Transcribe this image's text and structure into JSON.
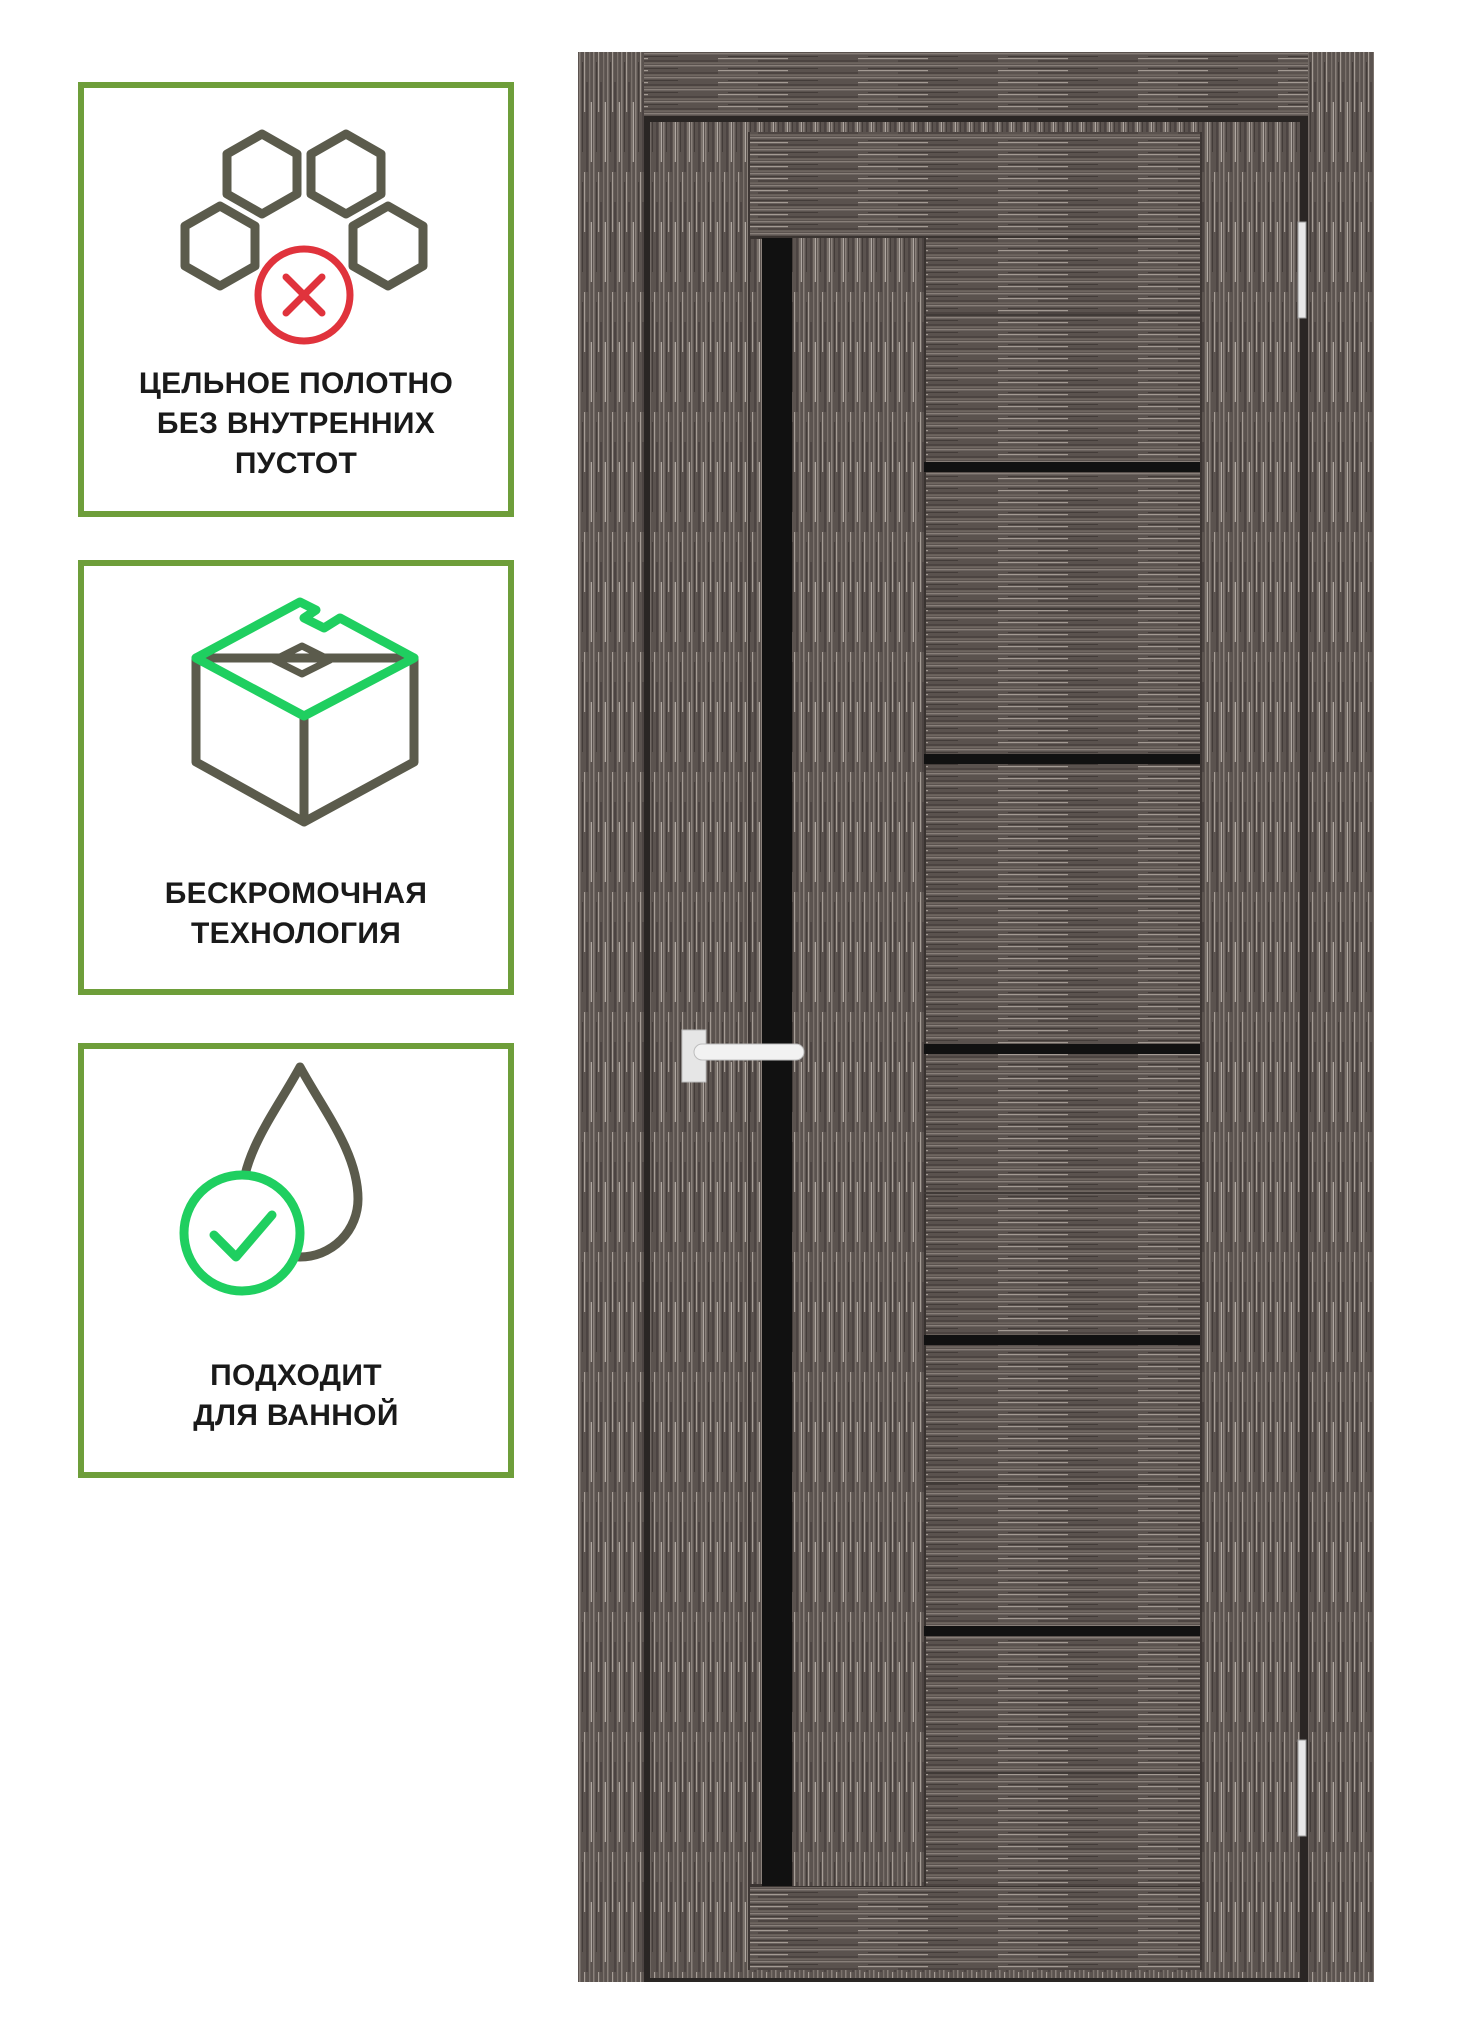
{
  "features": [
    {
      "lines": [
        "ЦЕЛЬНОЕ ПОЛОТНО",
        "БЕЗ ВНУТРЕННИХ",
        "ПУСТОТ"
      ],
      "icon": "honeycomb-cross-icon"
    },
    {
      "lines": [
        "БЕСКРОМОЧНАЯ",
        "ТЕХНОЛОГИЯ"
      ],
      "icon": "edgeless-cube-icon"
    },
    {
      "lines": [
        "ПОДХОДИТ",
        "ДЛЯ ВАННОЙ"
      ],
      "icon": "water-drop-check-icon"
    }
  ],
  "colors": {
    "card_border": "#6e9e3a",
    "icon_stroke": "#5b5b4c",
    "accent_red": "#e0333c",
    "accent_green": "#1fcf60",
    "door_wood": "#5c5450",
    "glass": "#111111"
  }
}
